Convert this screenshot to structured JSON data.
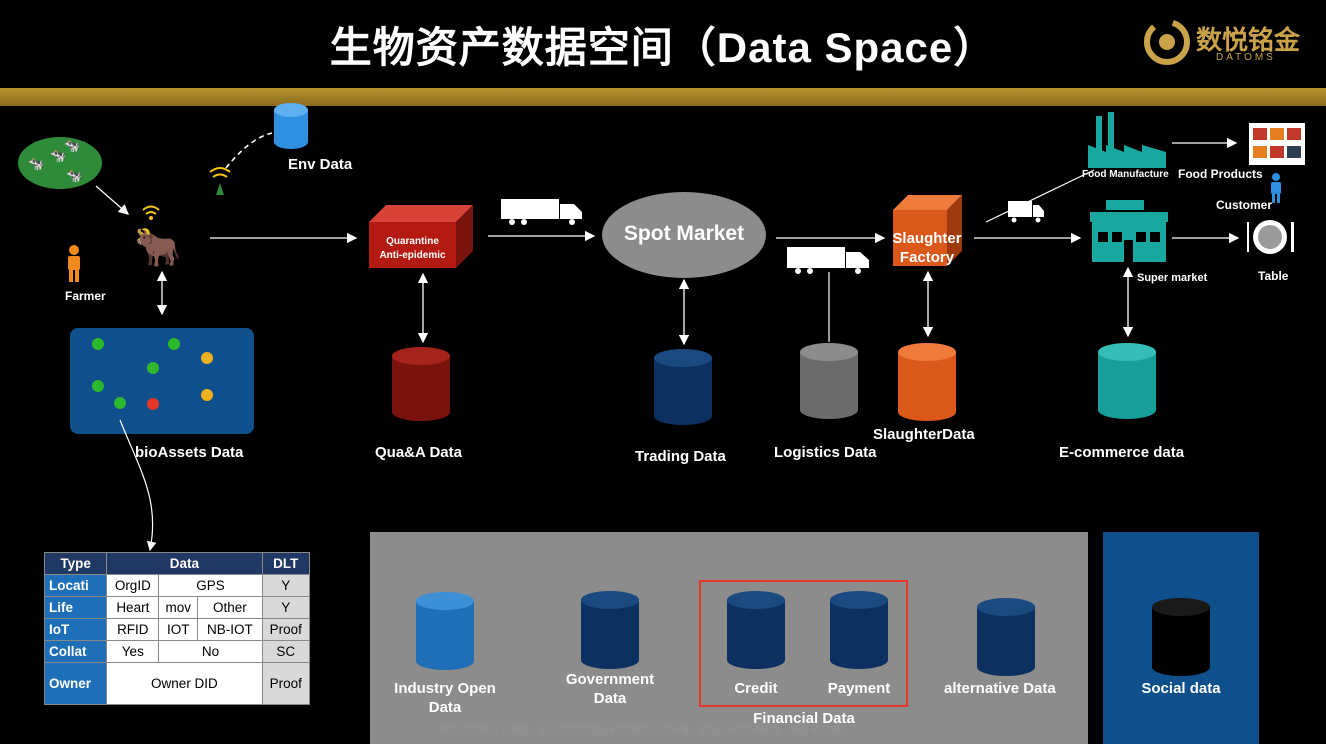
{
  "title": "生物资产数据空间（Data Space）",
  "logo": {
    "text": "数悦铭金",
    "sub": "DATOMS"
  },
  "nodes": {
    "env_data": "Env Data",
    "farmer": "Farmer",
    "quarantine": "Quarantine",
    "anti_epidemic": "Anti-epidemic",
    "spot_market": "Spot Market",
    "slaughter_line1": "Slaughter",
    "slaughter_line2": "Factory",
    "food_manufacture": "Food Manufacture",
    "food_products": "Food Products",
    "customer": "Customer",
    "super_market": "Super market",
    "table": "Table"
  },
  "data_stores": {
    "bioassets": "bioAssets Data",
    "qua": "Qua&A Data",
    "trading": "Trading Data",
    "logistics": "Logistics Data",
    "slaughter": "SlaughterData",
    "ecommerce": "E-commerce data"
  },
  "dlt_table": {
    "headers": [
      "Type",
      "Data",
      "DLT"
    ],
    "rows": [
      {
        "type": "Locati",
        "c1": "OrgID",
        "c2": "GPS",
        "dlt": "Y"
      },
      {
        "type": "Life",
        "c1": "Heart",
        "c2": "mov",
        "c3": "Other",
        "dlt": "Y"
      },
      {
        "type": "IoT",
        "c1": "RFID",
        "c2": "IOT",
        "c3": "NB-IOT",
        "dlt": "Proof"
      },
      {
        "type": "Collat",
        "c1": "Yes",
        "c2": "No",
        "dlt": "SC"
      },
      {
        "type": "Owner",
        "c1": "Owner DID",
        "dlt": "Proof"
      }
    ]
  },
  "bottom": {
    "industry_open_1": "Industry Open",
    "industry_open_2": "Data",
    "government_1": "Government",
    "government_2": "Data",
    "credit": "Credit",
    "payment": "Payment",
    "financial": "Financial Data",
    "alternative": "alternative  Data",
    "social": "Social data"
  },
  "footer_note": "本文件仅供商业用途，为北京数悦铭金科技有限公司所有，未经许可不得转载、摘录和引用。",
  "colors": {
    "gold": "#a8821f",
    "quarantine": "#b31b12",
    "slaughter": "#d9581a",
    "market": "#18a8a0",
    "cyl_blue": "#2f8fe0",
    "cyl_navy": "#0c3160",
    "cyl_red": "#7a130d",
    "cyl_grey": "#6b6b6b",
    "cyl_orange": "#d9581a",
    "cyl_teal": "#189e98",
    "field_green": "#2e8b3a",
    "highlight_red": "#e8352a"
  }
}
